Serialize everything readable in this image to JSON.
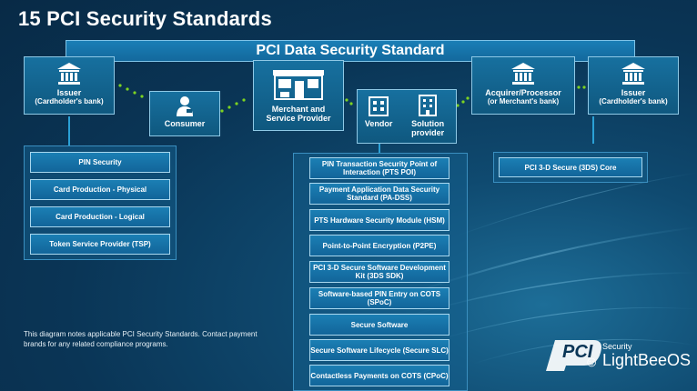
{
  "title": "15 PCI Security Standards",
  "dss_bar": "PCI Data Security Standard",
  "entities": {
    "issuer_left": {
      "name": "Issuer",
      "sub": "(Cardholder's bank)"
    },
    "consumer": {
      "name": "Consumer"
    },
    "merchant": {
      "name": "Merchant and Service Provider"
    },
    "vendor": {
      "name": "Vendor"
    },
    "solution": {
      "name": "Solution provider"
    },
    "acquirer": {
      "name": "Acquirer/Processor",
      "sub": "(or Merchant's bank)"
    },
    "issuer_right": {
      "name": "Issuer",
      "sub": "(Cardholder's bank)"
    }
  },
  "left_standards": [
    "PIN Security",
    "Card Production - Physical",
    "Card Production - Logical",
    "Token Service Provider (TSP)"
  ],
  "center_standards": [
    "PIN Transaction Security Point of Interaction (PTS POI)",
    "Payment Application Data Security Standard (PA-DSS)",
    "PTS Hardware Security Module (HSM)",
    "Point-to-Point Encryption (P2PE)",
    "PCI 3-D Secure Software Development Kit (3DS SDK)",
    "Software-based PIN Entry on COTS (SPoC)",
    "Secure Software",
    "Secure Software Lifecycle (Secure SLC)",
    "Contactless Payments on COTS (CPoC)"
  ],
  "right_standards": [
    "PCI 3-D Secure (3DS) Core"
  ],
  "note": "This diagram notes applicable PCI Security Standards. Contact payment brands for any related compliance programs.",
  "logo": {
    "mark": "PCI",
    "tag": "Security",
    "watermark": "LightBeeOS"
  }
}
